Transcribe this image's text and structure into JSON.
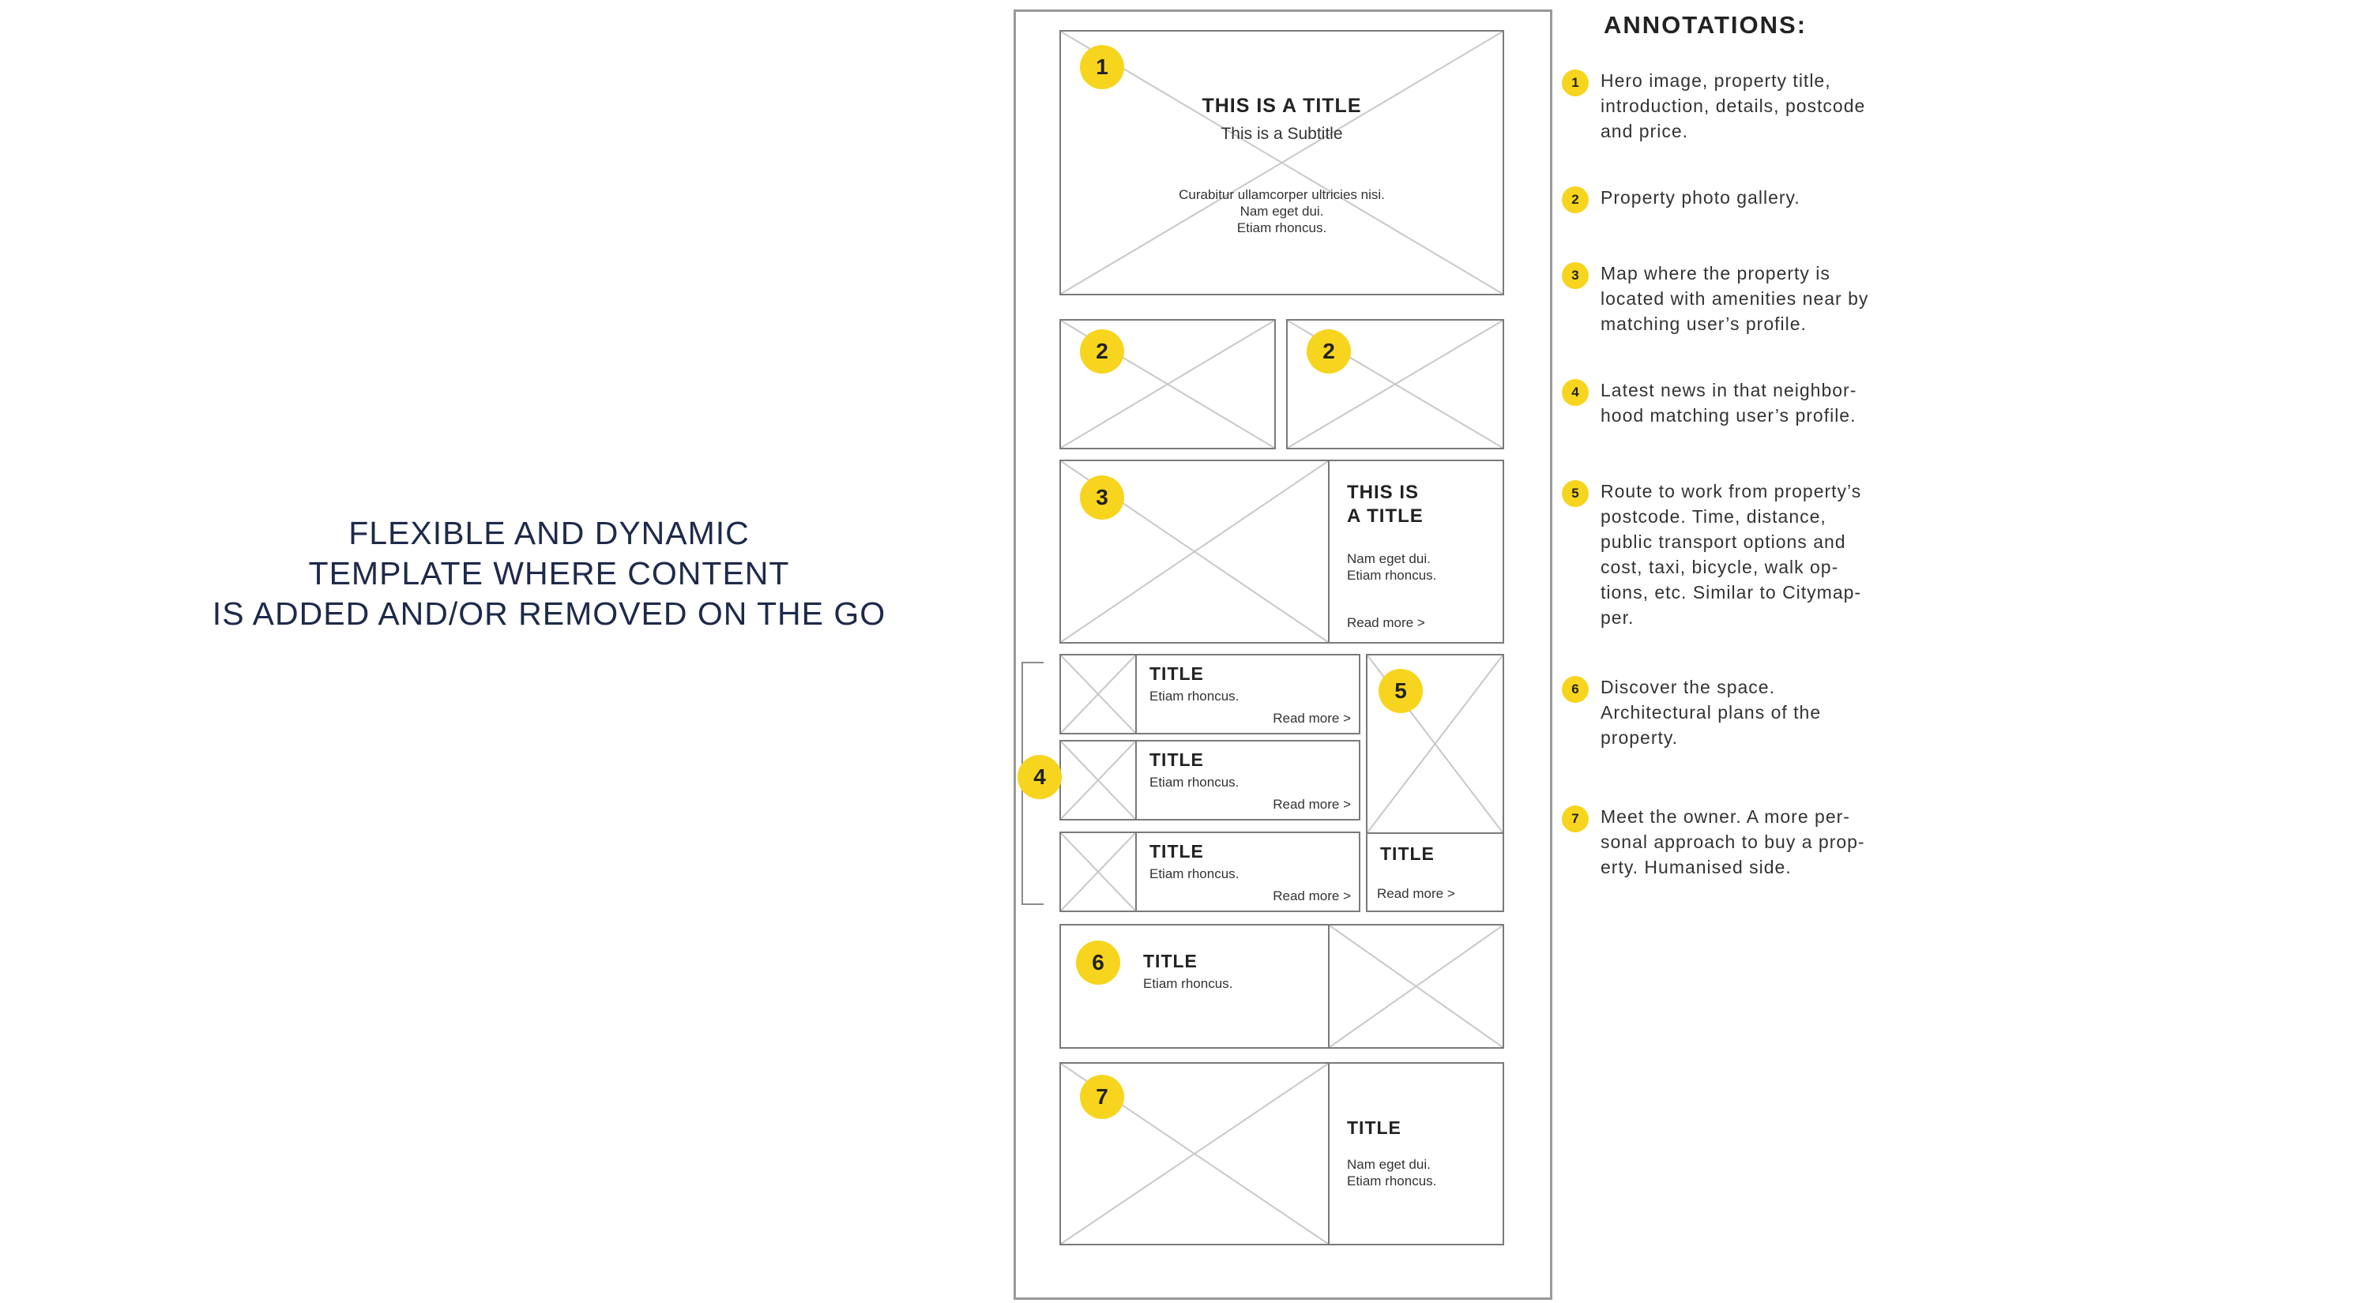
{
  "tagline": {
    "line1": "FLEXIBLE AND DYNAMIC",
    "line2": "TEMPLATE WHERE CONTENT",
    "line3": "IS ADDED AND/OR REMOVED ON THE GO"
  },
  "wireframe": {
    "hero": {
      "badge": "1",
      "title": "THIS IS A TITLE",
      "subtitle": "This is a Subtitle",
      "body": "Curabitur ullamcorper ultricies nisi.\nNam eget dui.\nEtiam rhoncus."
    },
    "gallery": {
      "badge_left": "2",
      "badge_right": "2"
    },
    "map": {
      "badge": "3",
      "title_line1": "THIS IS",
      "title_line2": "A TITLE",
      "body_line1": "Nam eget dui.",
      "body_line2": "Etiam rhoncus.",
      "read_more": "Read more >"
    },
    "news": {
      "badge": "4",
      "items": [
        {
          "title": "TITLE",
          "body": "Etiam rhoncus.",
          "read_more": "Read more >"
        },
        {
          "title": "TITLE",
          "body": "Etiam rhoncus.",
          "read_more": "Read more >"
        },
        {
          "title": "TITLE",
          "body": "Etiam rhoncus.",
          "read_more": "Read more >"
        }
      ]
    },
    "route": {
      "badge": "5",
      "title": "TITLE",
      "read_more": "Read more >"
    },
    "space": {
      "badge": "6",
      "title": "TITLE",
      "body": "Etiam rhoncus."
    },
    "owner": {
      "badge": "7",
      "title": "TITLE",
      "body_line1": "Nam eget dui.",
      "body_line2": "Etiam rhoncus."
    }
  },
  "annotations": {
    "heading": "ANNOTATIONS:",
    "items": [
      {
        "num": "1",
        "lines": [
          "Hero image, property title,",
          "introduction, details, postcode",
          "and price."
        ]
      },
      {
        "num": "2",
        "lines": [
          "Property photo gallery."
        ]
      },
      {
        "num": "3",
        "lines": [
          "Map where the property is",
          "located with amenities near by",
          "matching user’s profile."
        ]
      },
      {
        "num": "4",
        "lines": [
          "Latest news in that neighbor-",
          "hood matching user’s profile."
        ]
      },
      {
        "num": "5",
        "lines": [
          "Route to work from property’s",
          "postcode. Time, distance,",
          "public transport options and",
          "cost, taxi, bicycle, walk op-",
          "tions, etc. Similar to Citymap-",
          "per."
        ]
      },
      {
        "num": "6",
        "lines": [
          "Discover the space.",
          "Architectural plans of the",
          "property."
        ]
      },
      {
        "num": "7",
        "lines": [
          "Meet the owner. A more per-",
          "sonal approach to buy a prop-",
          "erty. Humanised side."
        ]
      }
    ]
  },
  "colors": {
    "badge": "#f7d51e",
    "tagline": "#1e2a4a",
    "wire": "#7a7a7a",
    "placeholder_cross": "#c8c8c8"
  }
}
